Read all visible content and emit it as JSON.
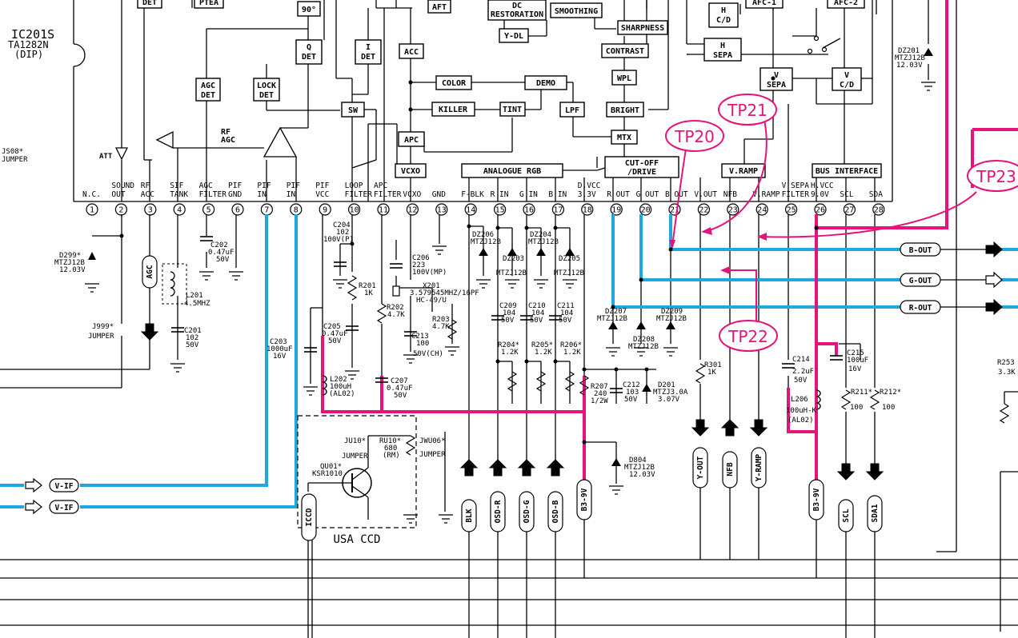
{
  "ic": {
    "ref": "IC201S",
    "part": "TA1282N",
    "package": "(DIP)"
  },
  "blocks": {
    "det_top": "DET",
    "ptea": "PTEA",
    "ninety": "90°",
    "aft": "AFT",
    "dc_restoration_1": "DC",
    "dc_restoration_2": "RESTORATION",
    "smoothing": "SMOOTHING",
    "y_dl": "Y-DL",
    "sharpness": "SHARPNESS",
    "contrast": "CONTRAST",
    "wpl": "WPL",
    "bright": "BRIGHT",
    "mtx": "MTX",
    "cutoff_1": "CUT-OFF",
    "cutoff_2": "/DRIVE",
    "h_cd_1": "H",
    "h_cd_2": "C/D",
    "afc1": "AFC-1",
    "afc2": "AFC-2",
    "h_sepa_1": "H",
    "h_sepa_2": "SEPA",
    "v_sepa_1": "V",
    "v_sepa_2": "SEPA",
    "v_cd_1": "V",
    "v_cd_2": "C/D",
    "q_det_1": "Q",
    "q_det_2": "DET",
    "i_det_1": "I",
    "i_det_2": "DET",
    "acc": "ACC",
    "color": "COLOR",
    "demo": "DEMO",
    "killer": "KILLER",
    "tint": "TINT",
    "lpf": "LPF",
    "apc": "APC",
    "vcxo": "VCXO",
    "analogue_rgb": "ANALOGUE RGB",
    "agc_det_1": "AGC",
    "agc_det_2": "DET",
    "lock_det_1": "LOCK",
    "lock_det_2": "DET",
    "sw": "SW",
    "rf_agc_1": "RF",
    "rf_agc_2": "AGC",
    "att": "ATT",
    "v_ramp": "V.RAMP",
    "bus_interface": "BUS INTERFACE"
  },
  "pins": [
    {
      "num": "1",
      "l1": "",
      "l2": "N.C."
    },
    {
      "num": "2",
      "l1": "SOUND",
      "l2": "OUT"
    },
    {
      "num": "3",
      "l1": "RF",
      "l2": "ACC"
    },
    {
      "num": "4",
      "l1": "SIF",
      "l2": "TANK"
    },
    {
      "num": "5",
      "l1": "AGC",
      "l2": "FILTER"
    },
    {
      "num": "6",
      "l1": "PIF",
      "l2": "GND"
    },
    {
      "num": "7",
      "l1": "PIF",
      "l2": "IN"
    },
    {
      "num": "8",
      "l1": "PIF",
      "l2": "IN"
    },
    {
      "num": "9",
      "l1": "PIF",
      "l2": "VCC"
    },
    {
      "num": "10",
      "l1": "LOOP",
      "l2": "FILTER"
    },
    {
      "num": "11",
      "l1": "APC",
      "l2": "FILTER"
    },
    {
      "num": "12",
      "l1": "",
      "l2": "VCXO"
    },
    {
      "num": "13",
      "l1": "",
      "l2": "GND"
    },
    {
      "num": "14",
      "l1": "",
      "l2": "F-BLK"
    },
    {
      "num": "15",
      "l1": "",
      "l2": "R IN"
    },
    {
      "num": "16",
      "l1": "",
      "l2": "G IN"
    },
    {
      "num": "17",
      "l1": "",
      "l2": "B IN"
    },
    {
      "num": "18",
      "l1": "D.VCC",
      "l2": "3.3V"
    },
    {
      "num": "19",
      "l1": "",
      "l2": "R OUT"
    },
    {
      "num": "20",
      "l1": "",
      "l2": "G OUT"
    },
    {
      "num": "21",
      "l1": "",
      "l2": "B OUT"
    },
    {
      "num": "22",
      "l1": "",
      "l2": "V.OUT"
    },
    {
      "num": "23",
      "l1": "",
      "l2": "NFB"
    },
    {
      "num": "24",
      "l1": "",
      "l2": "V.RAMP"
    },
    {
      "num": "25",
      "l1": "V SEPA",
      "l2": "FILTER"
    },
    {
      "num": "26",
      "l1": "H.VCC",
      "l2": "9.0V"
    },
    {
      "num": "27",
      "l1": "",
      "l2": "SCL"
    },
    {
      "num": "28",
      "l1": "",
      "l2": "SDA"
    }
  ],
  "left": {
    "js08": "JS08*",
    "jumper": "JUMPER",
    "d299_1": "D299*",
    "d299_2": "MTZJ12B",
    "d299_3": "12.03V",
    "j999": "J999*",
    "j999_2": "JUMPER",
    "agc_conn": "AGC",
    "c202_1": "C202",
    "c202_2": "0.47uF",
    "c202_3": "50V",
    "l201_1": "L201",
    "l201_2": "4.5MHZ",
    "c201_1": "C201",
    "c201_2": "102",
    "c201_3": "50V",
    "c203_1": "C203",
    "c203_2": "1000uF",
    "c203_3": "16V",
    "c204_1": "C204",
    "c204_2": "102",
    "c204_3": "100V(P)",
    "r201_1": "R201",
    "r201_2": "1K",
    "c205_1": "C205",
    "c205_2": "0.47uF",
    "c205_3": "50V",
    "r202_1": "R202",
    "r202_2": "4.7K",
    "l202_1": "L202",
    "l202_2": "100uH",
    "l202_3": "(AL02)",
    "c207_1": "C207",
    "c207_2": "0.47uF",
    "c207_3": "50V",
    "c206_1": "C206",
    "c206_2": "223",
    "c206_3": "100V(MP)",
    "x201_1": "X201",
    "x201_2": "3.579545MHZ/16PF",
    "x201_3": "HC-49/U",
    "r203_1": "R203",
    "r203_2": "4.7K",
    "c213_1": "C213",
    "c213_2": "100",
    "c213_3": "50V(CH)",
    "ju10_1": "JU10*",
    "ju10_2": "JUMPER",
    "ru10_1": "RU10*",
    "ru10_2": "680",
    "ru10_3": "(RM)",
    "jwu06_1": "JWU06*",
    "jwu06_2": "JUMPER",
    "qu01_1": "QU01*",
    "qu01_2": "KSR1010",
    "iccd": "ICCD",
    "usa_ccd": "USA  CCD",
    "vif1": "V-IF",
    "vif2": "V-IF"
  },
  "mid": {
    "dz206_1": "DZ206",
    "dz206_2": "MTZJ12B",
    "dz203_1": "DZ203",
    "dz203_2": "MTZJ12B",
    "dz204_1": "DZ204",
    "dz204_2": "MTZJ12B",
    "dz205_1": "DZ205",
    "dz205_2": "MTZJ12B",
    "c209_1": "C209",
    "c209_2": "104",
    "c209_3": "50V",
    "c210_1": "C210",
    "c210_2": "104",
    "c210_3": "50V",
    "c211_1": "C211",
    "c211_2": "104",
    "c211_3": "50V",
    "r204_1": "R204*",
    "r204_2": "1.2K",
    "r205_1": "R205*",
    "r205_2": "1.2K",
    "r206_1": "R206*",
    "r206_2": "1.2K",
    "r207_1": "R207",
    "r207_2": "240",
    "r207_3": "1/2W",
    "c212_1": "C212",
    "c212_2": "103",
    "c212_3": "50V",
    "d201_1": "D201",
    "d201_2": "MTZJ3.0A",
    "d201_3": "3.07V",
    "d804_1": "D804",
    "d804_2": "MTZJ12B",
    "d804_3": "12.03V",
    "dz207_1": "DZ207",
    "dz207_2": "MTZJ12B",
    "dz208_1": "DZ208",
    "dz208_2": "MTZJ12B",
    "dz209_1": "DZ209",
    "dz209_2": "MTZJ12B",
    "blk": "BLK",
    "osd_r": "OSD-R",
    "osd_g": "OSD-G",
    "osd_b": "OSD-B",
    "b3_9v_a": "B3-9V"
  },
  "right": {
    "r301_1": "R301",
    "r301_2": "1K",
    "y_out": "Y-OUT",
    "nfb": "NFB",
    "y_ramp": "Y-RAMP",
    "c214_1": "C214",
    "c214_2": "2.2uF",
    "c214_3": "50V",
    "c215_1": "C215",
    "c215_2": "100uF",
    "c215_3": "16V",
    "l206_1": "L206",
    "l206_2": "100uH-K",
    "l206_3": "(AL02)",
    "r211_1": "R211*",
    "r211_2": "100",
    "r212_1": "R212*",
    "r212_2": "100",
    "r253_1": "R253",
    "r253_2": "3.3K",
    "dz201_1": "DZ201",
    "dz201_2": "MTZJ12B",
    "dz201_3": "12.03V",
    "b3_9v_b": "B3-9V",
    "scl": "SCL",
    "sda": "SDA1",
    "b_out": "B-OUT",
    "g_out": "G-OUT",
    "r_out": "R-OUT"
  },
  "test_points": {
    "tp20": "TP20",
    "tp21": "TP21",
    "tp22": "TP22",
    "tp23": "TP23"
  },
  "colors": {
    "video_lines": "#1ea7e1",
    "power_lines": "#e5147a",
    "ink": "#000000"
  }
}
